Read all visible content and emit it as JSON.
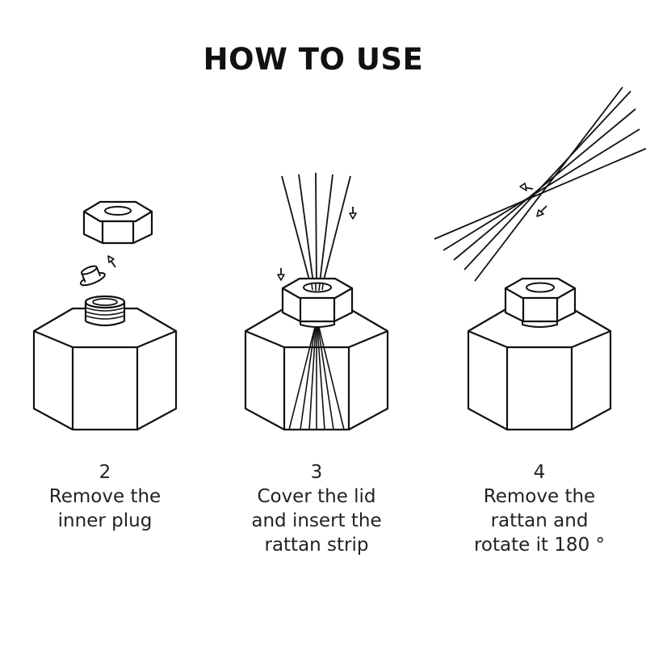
{
  "title": "HOW TO USE",
  "steps": [
    {
      "number": "2",
      "lines": [
        "Remove the",
        "inner plug"
      ]
    },
    {
      "number": "3",
      "lines": [
        "Cover the lid",
        "and insert the",
        "rattan strip"
      ]
    },
    {
      "number": "4",
      "lines": [
        "Remove the",
        "rattan and",
        "rotate it 180 °"
      ]
    }
  ],
  "colors": {
    "stroke": "#111111",
    "background": "#ffffff"
  }
}
